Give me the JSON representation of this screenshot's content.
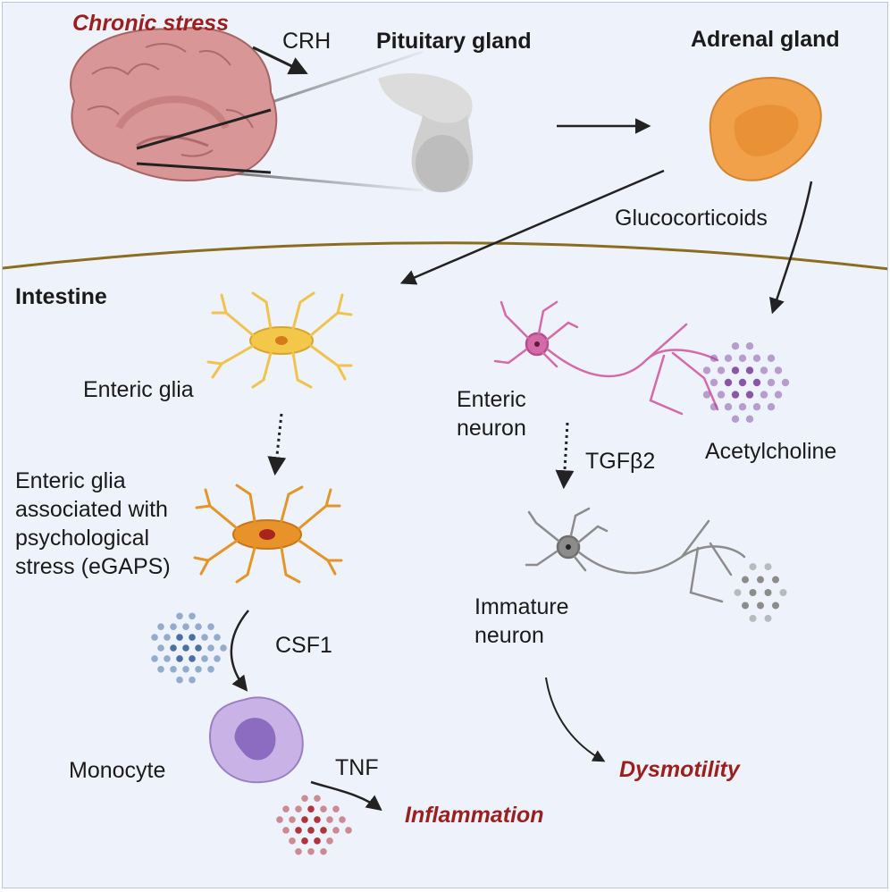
{
  "labels": {
    "chronic_stress": "Chronic stress",
    "crh": "CRH",
    "pituitary_gland": "Pituitary gland",
    "adrenal_gland": "Adrenal gland",
    "glucocorticoids": "Glucocorticoids",
    "intestine": "Intestine",
    "enteric_glia": "Enteric glia",
    "egaps": [
      "Enteric glia",
      "associated with",
      "psychological",
      "stress (eGAPS)"
    ],
    "csf1": "CSF1",
    "monocyte": "Monocyte",
    "tnf": "TNF",
    "inflammation": "Inflammation",
    "enteric_neuron": [
      "Enteric",
      "neuron"
    ],
    "tgfb2": "TGFβ2",
    "acetylcholine": "Acetylcholine",
    "immature_neuron": [
      "Immature",
      "neuron"
    ],
    "dysmotility": "Dysmotility"
  },
  "colors": {
    "background": "#eef3fb",
    "divider": "#8a6d1e",
    "emphasis_text": "#9c1f1f",
    "brain": "#d89696",
    "adrenal": "#f0a14a",
    "glia": "#f0c24e",
    "egaps": "#e4952a",
    "enteric_neuron": "#d46aa8",
    "immature_neuron": "#8c8c8c",
    "monocyte": "#b39ad8",
    "csf1_dots": "#4a6fa5",
    "tnf_dots": "#b0343c",
    "acetylcholine_dots": "#8a56a8"
  },
  "icons": [
    "brain-icon",
    "pituitary-gland-icon",
    "adrenal-gland-icon",
    "enteric-glia-icon",
    "egaps-glia-icon",
    "monocyte-icon",
    "enteric-neuron-icon",
    "immature-neuron-icon",
    "csf1-particles-icon",
    "tnf-particles-icon",
    "acetylcholine-particles-icon"
  ]
}
